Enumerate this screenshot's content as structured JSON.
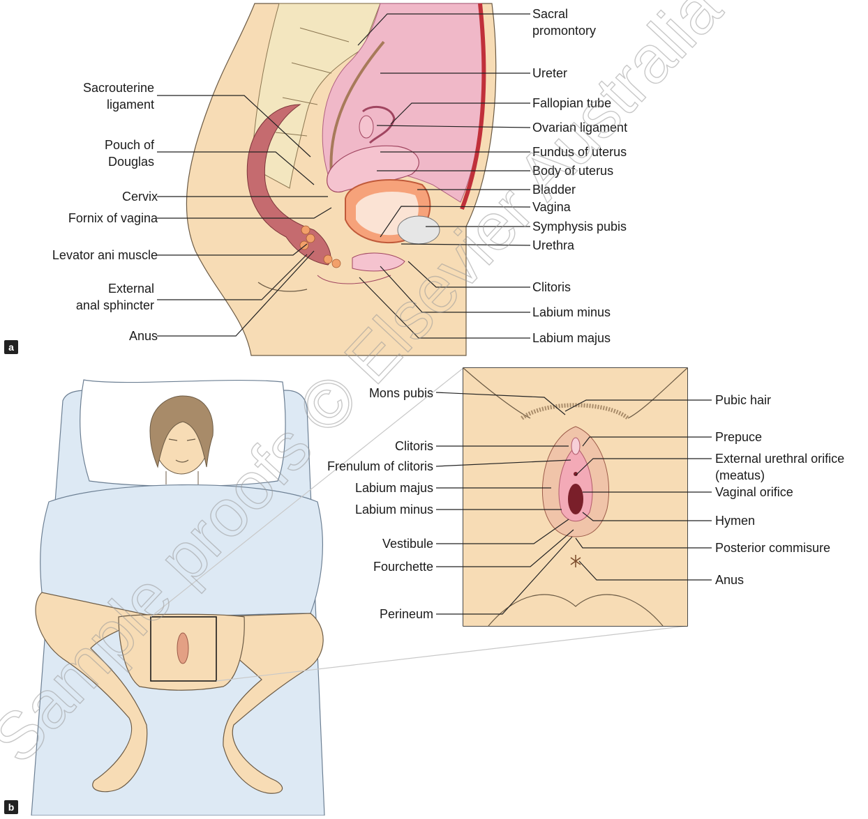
{
  "panels": {
    "a": "a",
    "b": "b"
  },
  "watermark": "Sample proofs © Elsevier Australia",
  "colors": {
    "skin": "#f7dcb5",
    "pelvic_cavity": "#f0b8c8",
    "bladder": "#f6a27a",
    "bone": "#f3e6bf",
    "rectum": "#c56b6f",
    "sheet": "#dde9f4",
    "hair": "#a88b69"
  },
  "labels_a": [
    {
      "id": "sacral-promontory",
      "lines": [
        "Sacral",
        "promontory"
      ]
    },
    {
      "id": "ureter",
      "lines": [
        "Ureter"
      ]
    },
    {
      "id": "fallopian-tube",
      "lines": [
        "Fallopian tube"
      ]
    },
    {
      "id": "ovarian-ligament",
      "lines": [
        "Ovarian ligament"
      ]
    },
    {
      "id": "fundus-of-uterus",
      "lines": [
        "Fundus of uterus"
      ]
    },
    {
      "id": "body-of-uterus",
      "lines": [
        "Body of uterus"
      ]
    },
    {
      "id": "bladder",
      "lines": [
        "Bladder"
      ]
    },
    {
      "id": "vagina",
      "lines": [
        "Vagina"
      ]
    },
    {
      "id": "symphysis-pubis",
      "lines": [
        "Symphysis pubis"
      ]
    },
    {
      "id": "urethra",
      "lines": [
        "Urethra"
      ]
    },
    {
      "id": "clitoris",
      "lines": [
        "Clitoris"
      ]
    },
    {
      "id": "labium-minus",
      "lines": [
        "Labium minus"
      ]
    },
    {
      "id": "labium-majus",
      "lines": [
        "Labium majus"
      ]
    },
    {
      "id": "sacrouterine-ligament",
      "lines": [
        "Sacrouterine",
        "ligament"
      ]
    },
    {
      "id": "pouch-of-douglas",
      "lines": [
        "Pouch of",
        "Douglas"
      ]
    },
    {
      "id": "cervix",
      "lines": [
        "Cervix"
      ]
    },
    {
      "id": "fornix-of-vagina",
      "lines": [
        "Fornix of vagina"
      ]
    },
    {
      "id": "levator-ani-muscle",
      "lines": [
        "Levator ani muscle"
      ]
    },
    {
      "id": "external-anal-sphincter",
      "lines": [
        "External",
        "anal sphincter"
      ]
    },
    {
      "id": "anus",
      "lines": [
        "Anus"
      ]
    }
  ],
  "labels_b": [
    {
      "id": "mons-pubis",
      "lines": [
        "Mons pubis"
      ]
    },
    {
      "id": "clitoris",
      "lines": [
        "Clitoris"
      ]
    },
    {
      "id": "frenulum-of-clitoris",
      "lines": [
        "Frenulum of clitoris"
      ]
    },
    {
      "id": "labium-majus",
      "lines": [
        "Labium majus"
      ]
    },
    {
      "id": "labium-minus",
      "lines": [
        "Labium minus"
      ]
    },
    {
      "id": "vestibule",
      "lines": [
        "Vestibule"
      ]
    },
    {
      "id": "fourchette",
      "lines": [
        "Fourchette"
      ]
    },
    {
      "id": "perineum",
      "lines": [
        "Perineum"
      ]
    },
    {
      "id": "pubic-hair",
      "lines": [
        "Pubic hair"
      ]
    },
    {
      "id": "prepuce",
      "lines": [
        "Prepuce"
      ]
    },
    {
      "id": "external-urethral-orifice",
      "lines": [
        "External urethral orifice",
        "(meatus)"
      ]
    },
    {
      "id": "vaginal-orifice",
      "lines": [
        "Vaginal orifice"
      ]
    },
    {
      "id": "hymen",
      "lines": [
        "Hymen"
      ]
    },
    {
      "id": "posterior-commisure",
      "lines": [
        "Posterior commisure"
      ]
    },
    {
      "id": "anus",
      "lines": [
        "Anus"
      ]
    }
  ]
}
